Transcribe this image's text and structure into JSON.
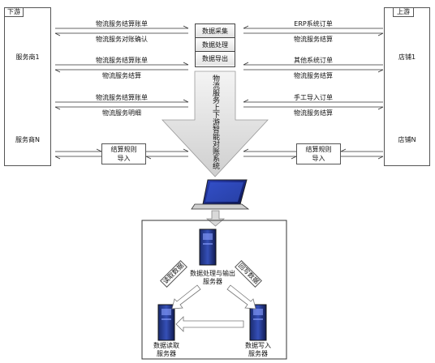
{
  "left_panel": {
    "title": "下游",
    "actor_top": "服务商1",
    "actor_bottom": "服务商N"
  },
  "right_panel": {
    "title": "上游",
    "actor_top": "店铺1",
    "actor_bottom": "店铺N"
  },
  "center_stack": [
    "数据采集",
    "数据处理",
    "数据导出"
  ],
  "left_flows": {
    "f1_out": "物流服务结算账单",
    "f1_in": "物流服务对账确认",
    "f2_out": "物流服务结算账单",
    "f2_in": "物流服务结算",
    "f3_out": "物流服务结算账单",
    "f3_in": "物流服务明细"
  },
  "right_flows": {
    "f1_in": "ERP系统订单",
    "f1_out": "物流服务结算",
    "f2_in": "其他系统订单",
    "f2_out": "物流服务结算",
    "f3_in": "手工导入订单",
    "f3_out": "物流服务结算"
  },
  "rule_left": {
    "line1": "结算规则",
    "line2": "导入"
  },
  "rule_right": {
    "line1": "结算规则",
    "line2": "导入"
  },
  "funnel_label": "物流服务上下游智能对账系统",
  "servers": {
    "top": {
      "line1": "数据处理与输出",
      "line2": "服务器"
    },
    "left": {
      "line1": "数据读取",
      "line2": "服务器"
    },
    "right": {
      "line1": "数据写入",
      "line2": "服务器"
    }
  },
  "edge_labels": {
    "left": "读取数据",
    "right": "回写数据"
  }
}
